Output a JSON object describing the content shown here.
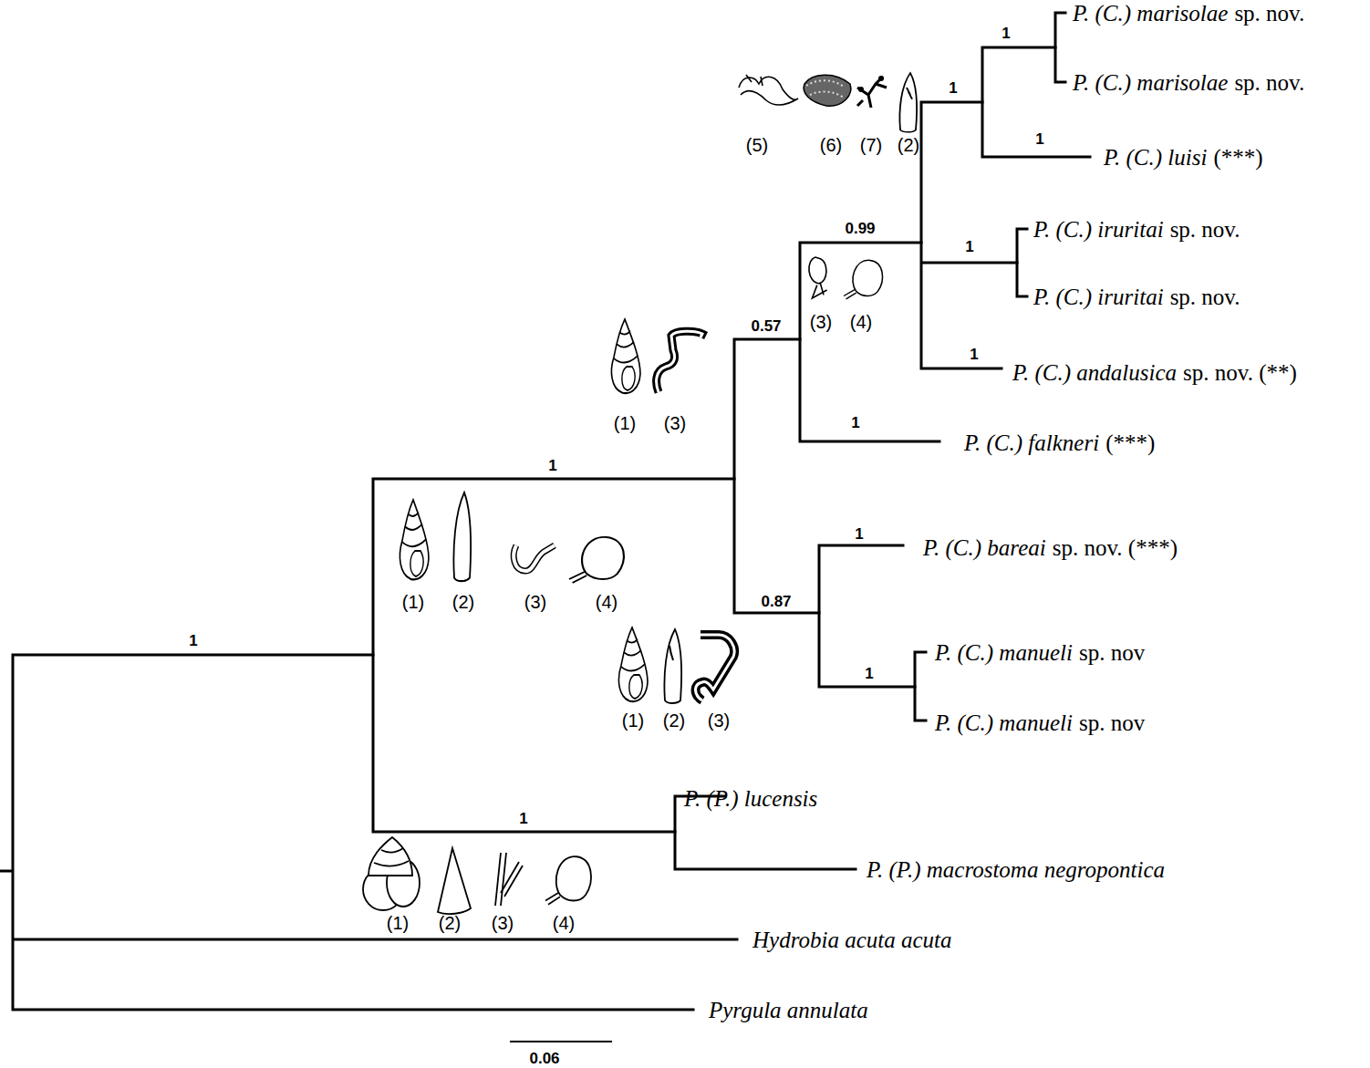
{
  "diagram": {
    "labels": [
      "1",
      "P. (C.) marisolae",
      "sp. nov.",
      "P. (C.) marisolae",
      "sp. nov.",
      "1",
      "(5)",
      "(6)",
      "(7)",
      "(2)",
      "1",
      "P. (C.) luisi",
      "(***)",
      "0.99",
      "1",
      "P. (C.) iruritai",
      "sp. nov.",
      "P. (C.) iruritai",
      "sp. nov.",
      "(3)",
      "(4)",
      "0.57",
      "1",
      "P. (C.) andalusica",
      "sp. nov. (**)",
      "(1)",
      "(3)",
      "1",
      "P. (C.) falkneri",
      "(***)",
      "1",
      "1",
      "P. (C.) bareai",
      "sp. nov. (***)",
      "(1)",
      "(2)",
      "(3)",
      "(4)",
      "0.87",
      "1",
      "P. (C.) manueli",
      "sp. nov",
      "P. (C.) manueli",
      "sp. nov",
      "(1)",
      "(2)",
      "(3)",
      "P. (P.) lucensis",
      "1",
      "P. (P.) macrostoma negropontica",
      "(1)",
      "(2)",
      "(3)",
      "(4)",
      "Hydrobia acuta acuta",
      "Pyrgula annulata",
      "0.06",
      "1"
    ]
  }
}
